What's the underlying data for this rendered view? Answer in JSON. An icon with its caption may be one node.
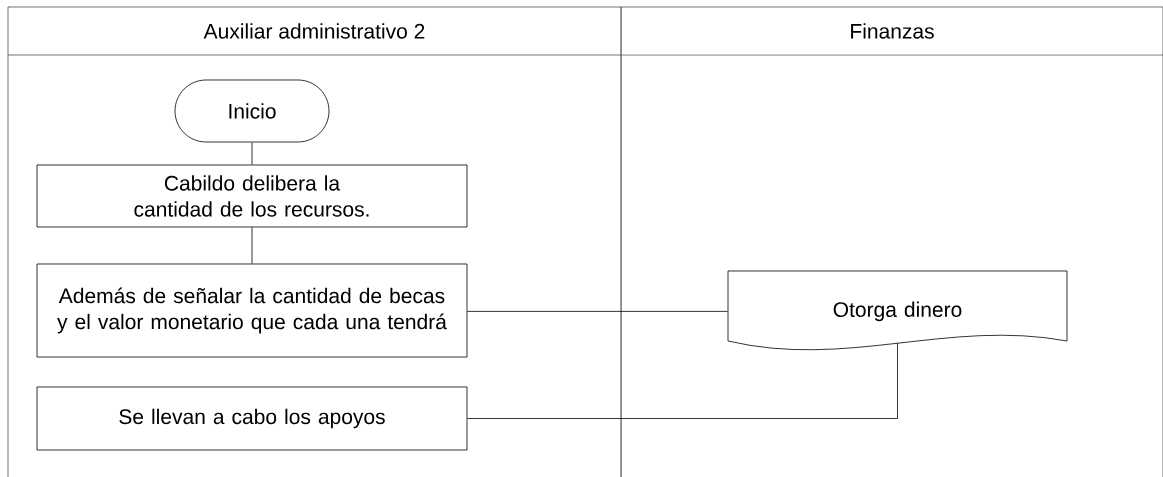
{
  "diagram": {
    "nodes": [
      {
        "text": [
          "Auxiliar administrativo 2"
        ]
      },
      {
        "text": [
          "Finanzas"
        ]
      },
      {
        "text": [
          "Inicio"
        ],
        "in": 0
      },
      {
        "text": [
          "Cabildo delibera la cantidad de los recursos."
        ],
        "in": 0
      },
      {
        "text": [
          "Además de señalar la cantidad de becas y el valor monetario que cada una tendrá"
        ],
        "in": 0
      },
      {
        "text": [
          "Otorga dinero"
        ],
        "in": 1
      },
      {
        "text": [
          "Se llevan a cabo los apoyos"
        ],
        "in": 0
      }
    ],
    "edges": [
      {
        "from": 2,
        "to": 3,
        "arrow": "none"
      },
      {
        "from": 3,
        "to": 4,
        "arrow": "none"
      },
      {
        "from": 4,
        "to": 5,
        "arrow": "none"
      },
      {
        "from": 5,
        "to": 6,
        "arrow": "none"
      }
    ]
  }
}
